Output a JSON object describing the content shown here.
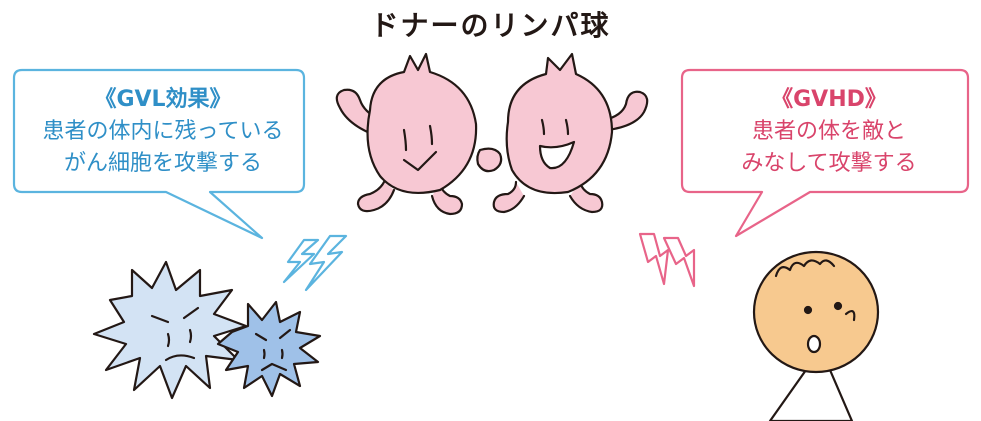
{
  "title": "ドナーのリンパ球",
  "gvl": {
    "heading": "《GVL効果》",
    "line1": "患者の体内に残っている",
    "line2": "がん細胞を攻撃する"
  },
  "gvhd": {
    "heading": "《GVHD》",
    "line1": "患者の体を敵と",
    "line2": "みなして攻撃する"
  },
  "colors": {
    "gvl_accent": "#5bb4df",
    "gvhd_accent": "#e86489",
    "lymphocyte_fill": "#f7c8d3",
    "cancer_fill_light": "#d3e3f4",
    "cancer_fill_dark": "#9fc1e8",
    "patient_fill": "#f7c98f",
    "outline": "#231815"
  },
  "icons": {
    "lymphocytes": "lymphocyte-characters",
    "cancer_cells": "cancer-cell-characters",
    "patient": "patient-character",
    "attack_left": "lightning-bolt-icon",
    "attack_right": "lightning-bolt-icon"
  }
}
